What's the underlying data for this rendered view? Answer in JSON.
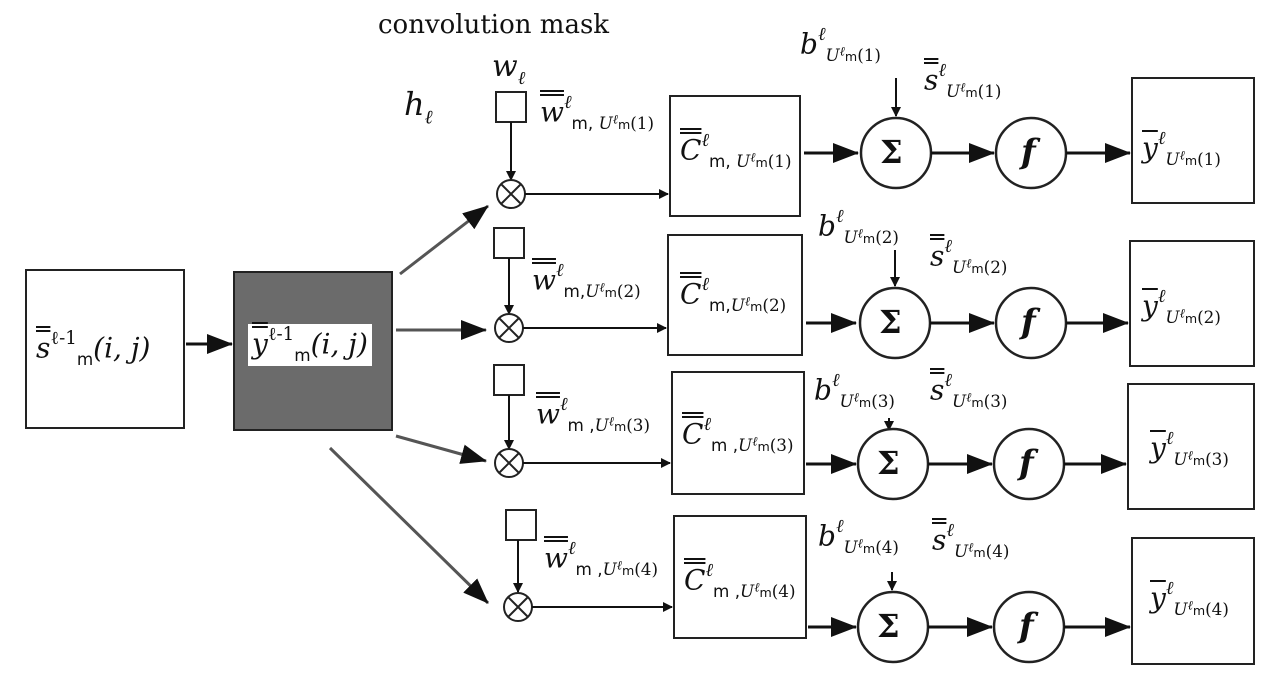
{
  "caption": "convolution mask",
  "h_label": {
    "base": "h",
    "sub": "ℓ"
  },
  "w_label": {
    "base": "w",
    "sub": "ℓ"
  },
  "input": {
    "base": "s",
    "sup": "ℓ-1",
    "sub": "m",
    "args": "(i, j)"
  },
  "feature_map": {
    "base": "y",
    "sup": "ℓ-1",
    "sub": "m",
    "args": "(i, j)",
    "fill": "#6b6b6b"
  },
  "operators": {
    "multiply": "⊗",
    "sum": "Σ",
    "activation": "f"
  },
  "rows": [
    {
      "index": "1",
      "weight": {
        "base": "w",
        "sup": "ℓ",
        "sub": "m, ",
        "U": "U",
        "Usup": "ℓ",
        "Usub": "m",
        "idx": "(1)"
      },
      "conv": {
        "base": "C",
        "sup": "ℓ",
        "sub": "m, ",
        "U": "U",
        "Usup": "ℓ",
        "Usub": "m",
        "idx": "(1)"
      },
      "bias": {
        "base": "b",
        "sup": "ℓ",
        "U": "U",
        "Usup": "ℓ",
        "Usub": "m",
        "idx": "(1)"
      },
      "sum_out": {
        "base": "s",
        "sup": "ℓ",
        "U": "U",
        "Usup": "ℓ",
        "Usub": "m",
        "idx": "(1)"
      },
      "output": {
        "base": "y",
        "sup": "ℓ",
        "U": "U",
        "Usup": "ℓ",
        "Usub": "m",
        "idx": "(1)"
      }
    },
    {
      "index": "2",
      "weight": {
        "base": "w",
        "sup": "ℓ",
        "sub": "m,",
        "U": "U",
        "Usup": "ℓ",
        "Usub": "m",
        "idx": "(2)"
      },
      "conv": {
        "base": "C",
        "sup": "ℓ",
        "sub": "m,",
        "U": "U",
        "Usup": "ℓ",
        "Usub": "m",
        "idx": "(2)"
      },
      "bias": {
        "base": "b",
        "sup": "ℓ",
        "U": "U",
        "Usup": "ℓ",
        "Usub": "m",
        "idx": "(2)"
      },
      "sum_out": {
        "base": "s",
        "sup": "ℓ",
        "U": "U",
        "Usup": "ℓ",
        "Usub": "m",
        "idx": "(2)"
      },
      "output": {
        "base": "y",
        "sup": "ℓ",
        "U": "U",
        "Usup": "ℓ",
        "Usub": "m",
        "idx": "(2)"
      }
    },
    {
      "index": "3",
      "weight": {
        "base": "w",
        "sup": "ℓ",
        "sub": "m ,",
        "U": "U",
        "Usup": "ℓ",
        "Usub": "m",
        "idx": "(3)"
      },
      "conv": {
        "base": "C",
        "sup": "ℓ",
        "sub": "m ,",
        "U": "U",
        "Usup": "ℓ",
        "Usub": "m",
        "idx": "(3)"
      },
      "bias": {
        "base": "b",
        "sup": "ℓ",
        "U": "U",
        "Usup": "ℓ",
        "Usub": "m",
        "idx": "(3)"
      },
      "sum_out": {
        "base": "s",
        "sup": "ℓ",
        "U": "U",
        "Usup": "ℓ",
        "Usub": "m",
        "idx": "(3)"
      },
      "output": {
        "base": "y",
        "sup": "ℓ",
        "U": "U",
        "Usup": "ℓ",
        "Usub": "m",
        "idx": "(3)"
      }
    },
    {
      "index": "4",
      "weight": {
        "base": "w",
        "sup": "ℓ",
        "sub": "m ,",
        "U": "U",
        "Usup": "ℓ",
        "Usub": "m",
        "idx": "(4)"
      },
      "conv": {
        "base": "C",
        "sup": "ℓ",
        "sub": "m ,",
        "U": "U",
        "Usup": "ℓ",
        "Usub": "m",
        "idx": "(4)"
      },
      "bias": {
        "base": "b",
        "sup": "ℓ",
        "U": "U",
        "Usup": "ℓ",
        "Usub": "m",
        "idx": "(4)"
      },
      "sum_out": {
        "base": "s",
        "sup": "ℓ",
        "U": "U",
        "Usup": "ℓ",
        "Usub": "m",
        "idx": "(4)"
      },
      "output": {
        "base": "y",
        "sup": "ℓ",
        "U": "U",
        "Usup": "ℓ",
        "Usub": "m",
        "idx": "(4)"
      }
    }
  ]
}
